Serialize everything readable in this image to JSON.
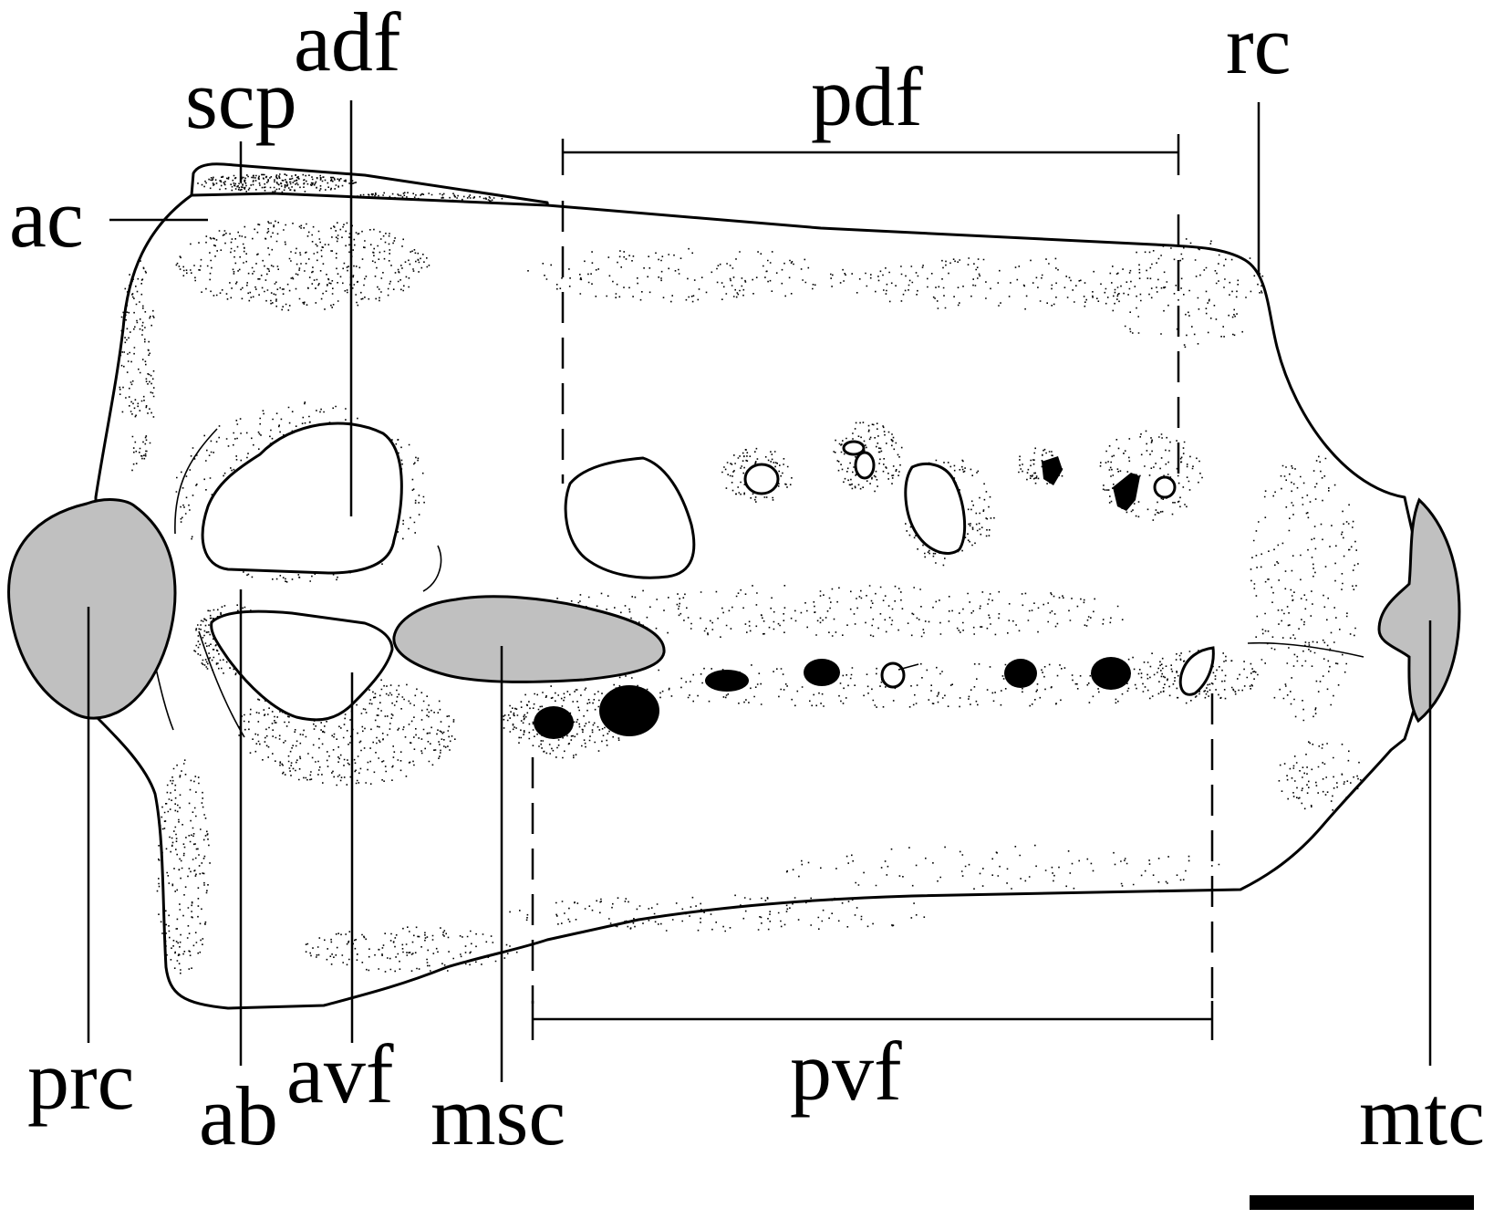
{
  "colors": {
    "ink": "#000000",
    "background": "#ffffff",
    "articular_surface": "#c0c0c0"
  },
  "labels": {
    "adf": "adf",
    "scp": "scp",
    "ac": "ac",
    "pdf": "pdf",
    "rc": "rc",
    "prc": "prc",
    "ab": "ab",
    "avf": "avf",
    "msc": "msc",
    "pvf": "pvf",
    "mtc": "mtc"
  }
}
